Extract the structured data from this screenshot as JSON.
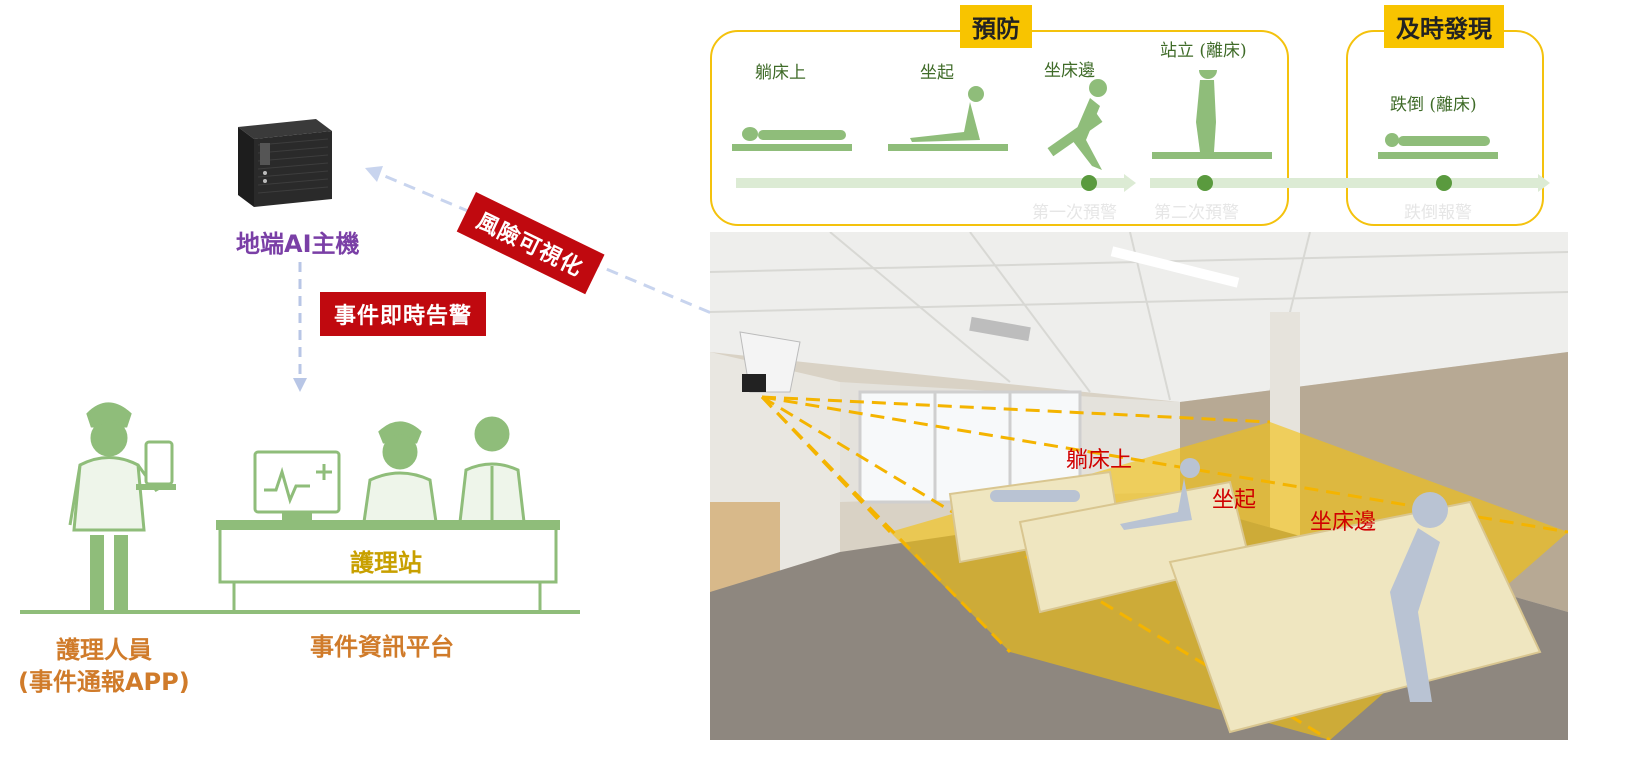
{
  "left": {
    "host_label": "地端AI主機",
    "alert_tag": "事件即時告警",
    "station_label": "護理站",
    "staff_label_line1": "護理人員",
    "staff_label_line2": "(事件通報APP)",
    "platform_label": "事件資訊平台"
  },
  "middle": {
    "visualize_tag": "風險可視化"
  },
  "top_panel": {
    "prevent_title": "預防",
    "detect_title": "及時發現",
    "postures": [
      "躺床上",
      "坐起",
      "坐床邊",
      "站立 (離床)",
      "跌倒 (離床)"
    ],
    "stage_labels": [
      "第一次預警",
      "第二次預警",
      "跌倒報警"
    ]
  },
  "scene": {
    "labels": [
      "躺床上",
      "坐起",
      "坐床邊"
    ]
  },
  "colors": {
    "green": "#7fb06a",
    "light_green": "#dcebd4",
    "gold": "#f4c20d",
    "red": "#c0090f",
    "purple": "#7a3fa6",
    "orange": "#d07b2a"
  }
}
